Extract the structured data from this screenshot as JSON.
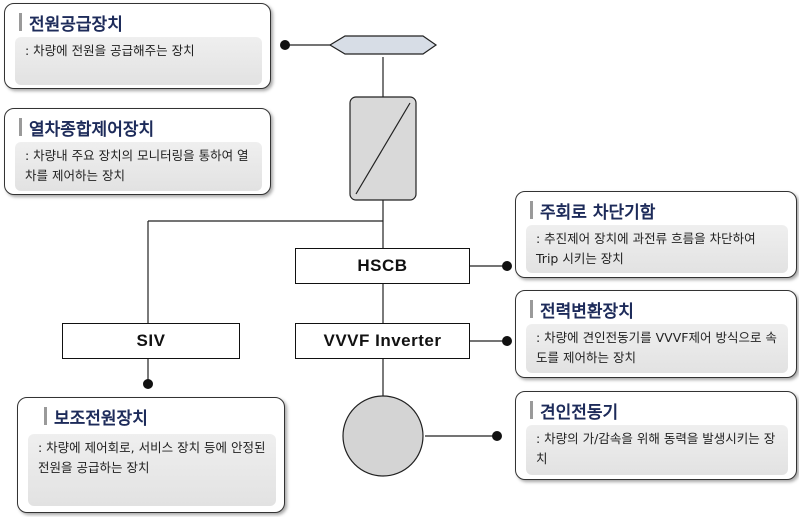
{
  "callouts": {
    "power_supply": {
      "title": "전원공급장치",
      "desc": ": 차량에 전원을 공급해주는 장치"
    },
    "train_control": {
      "title": "열차종합제어장치",
      "desc": ": 차량내 주요 장치의 모니터링을 통하여 열차를 제어하는 장치"
    },
    "main_breaker": {
      "title": "주회로 차단기함",
      "desc": ": 추진제어 장치에 과전류 흐름을 차단하여 Trip 시키는 장치"
    },
    "power_converter": {
      "title": "전력변환장치",
      "desc": ": 차량에 견인전동기를 VVVF제어 방식으로 속도를 제어하는 장치"
    },
    "aux_power": {
      "title": "보조전원장치",
      "desc": ": 차량에 제어회로, 서비스 장치 등에 안정된 전원을 공급하는 장치"
    },
    "traction_motor": {
      "title": "견인전동기",
      "desc": ": 차량의 가/감속을 위해 동력을 발생시키는 장치"
    }
  },
  "blocks": {
    "hscb": "HSCB",
    "vvvf": "VVVF Inverter",
    "siv": "SIV"
  }
}
